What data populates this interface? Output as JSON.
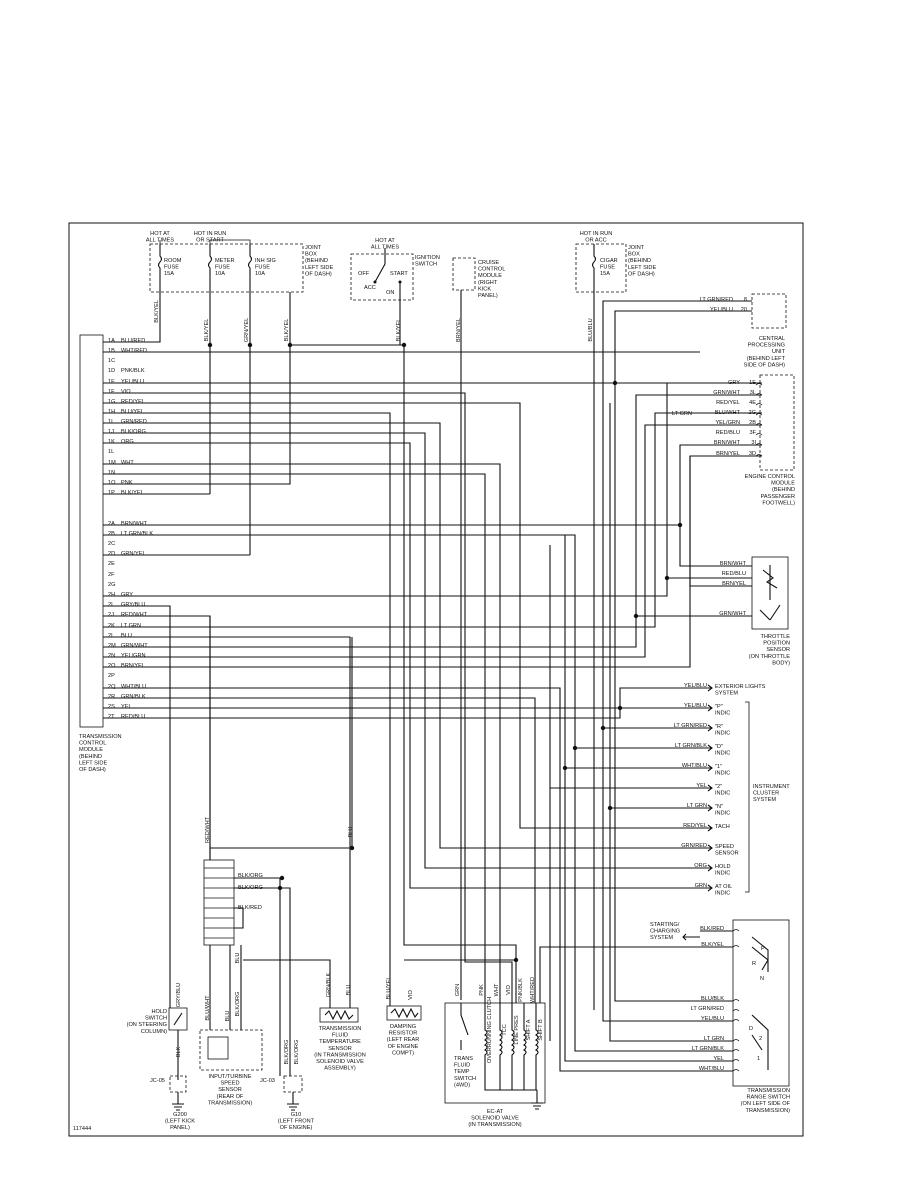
{
  "figure_id": "117444",
  "fuses": {
    "hot_always": "HOT AT\nALL TIMES",
    "hot_run_start": "HOT IN RUN\nOR START",
    "hot_always_2": "HOT AT\nALL TIMES",
    "hot_run_acc": "HOT IN RUN\nOR ACC",
    "room": "ROOM\nFUSE\n15A",
    "meter": "METER\nFUSE\n10A",
    "inh_sig": "INH SIG\nFUSE\n10A",
    "cigar": "CIGAR\nFUSE\n15A",
    "joint_box": "JOINT\nBOX\n(BEHIND\nLEFT SIDE\nOF DASH)",
    "joint_box_2": "JOINT\nBOX\n(BEHIND\nLEFT SIDE\nOF DASH)"
  },
  "ignition": {
    "title": "IGNITION\nSWITCH",
    "off": "OFF",
    "start": "START",
    "acc": "ACC",
    "on": "ON"
  },
  "cruise": "CRUISE\nCONTROL\nMODULE\n(RIGHT\nKICK\nPANEL)",
  "top_wires": [
    "BLK/YEL",
    "BLK/YEL",
    "GRN/YEL",
    "BLK/YEL",
    "BLK/YEL",
    "BRN/YEL",
    "BLU/BLU"
  ],
  "tcm": {
    "label": "TRANSMISSION\nCONTROL\nMODULE\n(BEHIND\nLEFT SIDE\nOF DASH)",
    "pins": [
      {
        "pin": "1A",
        "wire": "BLU/RED"
      },
      {
        "pin": "1B",
        "wire": "WHT/RED"
      },
      {
        "pin": "1C",
        "wire": ""
      },
      {
        "pin": "1D",
        "wire": "PNK/BLK"
      },
      {
        "pin": "1E",
        "wire": "YEL/BLU"
      },
      {
        "pin": "1F",
        "wire": "VIO"
      },
      {
        "pin": "1G",
        "wire": "RED/YEL"
      },
      {
        "pin": "1H",
        "wire": "BLU/YEL"
      },
      {
        "pin": "1I",
        "wire": "GRN/RED"
      },
      {
        "pin": "1J",
        "wire": "BLK/ORG"
      },
      {
        "pin": "1K",
        "wire": "ORG"
      },
      {
        "pin": "1L",
        "wire": ""
      },
      {
        "pin": "1M",
        "wire": "WHT"
      },
      {
        "pin": "1N",
        "wire": ""
      },
      {
        "pin": "1O",
        "wire": "PNK"
      },
      {
        "pin": "1P",
        "wire": "BLK/YEL"
      },
      {
        "pin": "2A",
        "wire": "BRN/WHT"
      },
      {
        "pin": "2B",
        "wire": "LT GRN/BLK"
      },
      {
        "pin": "2C",
        "wire": ""
      },
      {
        "pin": "2D",
        "wire": "GRN/YEL"
      },
      {
        "pin": "2E",
        "wire": ""
      },
      {
        "pin": "2F",
        "wire": ""
      },
      {
        "pin": "2G",
        "wire": ""
      },
      {
        "pin": "2H",
        "wire": "GRY"
      },
      {
        "pin": "2I",
        "wire": "GRY/BLU"
      },
      {
        "pin": "2J",
        "wire": "RED/WHT"
      },
      {
        "pin": "2K",
        "wire": "LT GRN"
      },
      {
        "pin": "2L",
        "wire": "BLU"
      },
      {
        "pin": "2M",
        "wire": "GRN/WHT"
      },
      {
        "pin": "2N",
        "wire": "YEL/GRN"
      },
      {
        "pin": "2O",
        "wire": "BRN/YEL"
      },
      {
        "pin": "2P",
        "wire": ""
      },
      {
        "pin": "2Q",
        "wire": "WHT/BLU"
      },
      {
        "pin": "2R",
        "wire": "GRN/BLK"
      },
      {
        "pin": "2S",
        "wire": "YEL"
      },
      {
        "pin": "2T",
        "wire": "RED/BLU"
      }
    ]
  },
  "cpu": {
    "label": "CENTRAL\nPROCESSING\nUNIT\n(BEHIND LEFT\nSIDE OF DASH)",
    "rows": [
      {
        "wire": "LT GRN/RED",
        "pin": "8"
      },
      {
        "wire": "YEL/BLU",
        "pin": "20"
      }
    ]
  },
  "ecm": {
    "label": "ENGINE CONTROL\nMODULE\n(BEHIND\nPASSENGER\nFOOTWELL)",
    "rows": [
      {
        "wire": "GRY",
        "pin": "1E"
      },
      {
        "wire": "GRN/WHT",
        "pin": "3L"
      },
      {
        "wire": "RED/YEL",
        "pin": "4E"
      },
      {
        "wire": "BLU/WHT",
        "pin": "2G"
      },
      {
        "wire": "YEL/GRN",
        "pin": "2B"
      },
      {
        "wire": "RED/BLU",
        "pin": "3F"
      },
      {
        "wire": "BRN/WHT",
        "pin": "3I"
      },
      {
        "wire": "BRN/YEL",
        "pin": "3D"
      }
    ],
    "lt_grn": "LT GRN"
  },
  "tps": {
    "label": "THROTTLE\nPOSITION\nSENSOR\n(ON THROTTLE\nBODY)",
    "rows": [
      "BRN/WHT",
      "RED/BLU",
      "BRN/YEL",
      "GRN/WHT"
    ]
  },
  "cluster": {
    "label": "INSTRUMENT\nCLUSTER\nSYSTEM",
    "ext_lights": "EXTERIOR LIGHTS\nSYSTEM",
    "rows": [
      {
        "wire": "YEL/BLU",
        "text": "EXTERIOR LIGHTS\nSYSTEM"
      },
      {
        "wire": "YEL/BLU",
        "text": "\"P\"\nINDIC"
      },
      {
        "wire": "LT GRN/RED",
        "text": "\"R\"\nINDIC"
      },
      {
        "wire": "LT GRN/BLK",
        "text": "\"D\"\nINDIC"
      },
      {
        "wire": "WHT/BLU",
        "text": "\"1\"\nINDIC"
      },
      {
        "wire": "YEL",
        "text": "\"2\"\nINDIC"
      },
      {
        "wire": "LT GRN",
        "text": "\"N\"\nINDIC"
      },
      {
        "wire": "RED/YEL",
        "text": "TACH"
      },
      {
        "wire": "GRN/RED",
        "text": "SPEED\nSENSOR"
      },
      {
        "wire": "ORG",
        "text": "HOLD\nINDIC"
      },
      {
        "wire": "GRN",
        "text": "AT OIL\nINDIC"
      }
    ]
  },
  "range_switch": {
    "label": "TRANSMISSION\nRANGE SWITCH\n(ON LEFT SIDE OF\nTRANSMISSION)",
    "starting": "STARTING/\nCHARGING\nSYSTEM",
    "rows": [
      "BLK/RED",
      "BLK/YEL",
      "BLU/BLK",
      "LT GRN/RED",
      "YEL/BLU",
      "LT GRN",
      "LT GRN/BLK",
      "YEL",
      "WHT/BLU"
    ],
    "positions": [
      "P",
      "R",
      "N",
      "D",
      "2",
      "1"
    ]
  },
  "hold_switch": {
    "label": "HOLD\nSWITCH\n(ON STEERING\nCOLUMN)",
    "wire_top": "GRY/BLU",
    "wire_bot": "BLK"
  },
  "ground_g200": {
    "jc": "JC-05",
    "label": "G200\n(LEFT KICK\nPANEL)"
  },
  "ground_g10": {
    "jc": "JC-03",
    "label": "G10\n(LEFT FRONT\nOF ENGINE)"
  },
  "speed_sensor": {
    "label": "INPUT/TURBINE\nSPEED\nSENSOR\n(REAR OF\nTRANSMISSION)",
    "wires": [
      "RED/WHT",
      "BLK/ORG",
      "BLK/ORG",
      "BLK/RED",
      "BLU",
      "BLU",
      "BLK/ORG",
      "BLU/WHT"
    ]
  },
  "temp_sensor": {
    "label": "TRANSMISSION\nFLUID\nTEMPERATURE\nSENSOR\n(IN TRANSMISSION\nSOLENOID VALVE\nASSEMBLY)",
    "wires": [
      "GRN/BLK",
      "BLU"
    ]
  },
  "damping": {
    "label": "DAMPING\nRESISTOR\n(LEFT REAR\nOF ENGINE\nCOMPT)",
    "wires": [
      "BLU/YEL",
      "VIO"
    ]
  },
  "solenoid": {
    "label": "EC-AT\nSOLENOID VALVE\n(IN TRANSMISSION)",
    "wires": [
      "GRN",
      "PNK",
      "WHT",
      "VIO",
      "PNK/BLK",
      "WHT/RED"
    ],
    "coils": [
      "OVERRUNNING\nCLUTCH",
      "TCC",
      "LINE PRES",
      "SHIFT A",
      "SHIFT B"
    ],
    "temp_switch": "TRANS\nFLUID\nTEMP\nSWITCH\n(4WD)"
  },
  "blu_wire": "BLU",
  "red_wht_wire": "RED/WHT",
  "blu_wht_side": "BLU/WHT",
  "yel_blu_side": "YEL/BLU"
}
